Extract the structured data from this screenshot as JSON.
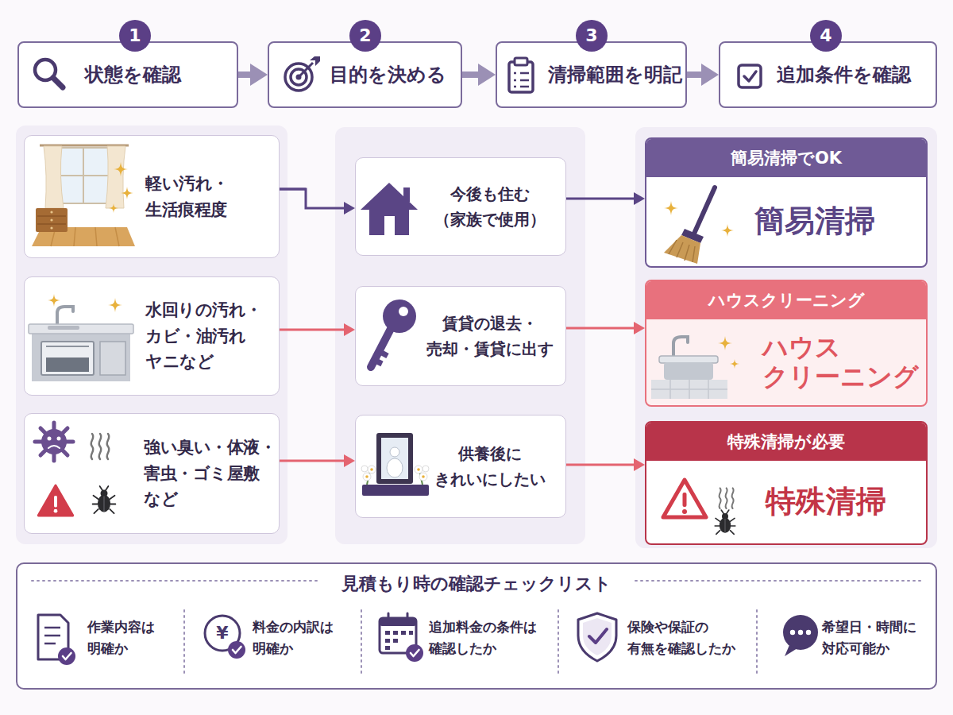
{
  "diagram": {
    "nodes": [
      {
        "text": [
          "1"
        ]
      },
      {
        "text": [
          "状態を確認"
        ]
      },
      {
        "text": [
          "2"
        ]
      },
      {
        "text": [
          "目的を決める"
        ]
      },
      {
        "text": [
          "3"
        ]
      },
      {
        "text": [
          "清掃範囲を明記"
        ]
      },
      {
        "text": [
          "4"
        ]
      },
      {
        "text": [
          "追加条件を確認"
        ]
      },
      {
        "text": [
          "軽い汚れ・ 生活痕程度"
        ]
      },
      {
        "text": [
          "水回りの汚れ・ カビ・油汚れ ヤニなど"
        ]
      },
      {
        "text": [
          "強い臭い・体液・ 害虫・ゴミ屋敷 など"
        ]
      },
      {
        "text": [
          "今後も住む （家族で使用）"
        ]
      },
      {
        "text": [
          "賃貸の退去・ 売却・賃貸に出す"
        ]
      },
      {
        "text": [
          "供養後に きれいにしたい"
        ]
      },
      {
        "text": [
          "簡易清掃でOK",
          "簡易清掃"
        ]
      },
      {
        "text": [
          "ハウスクリーニング",
          "ハウス クリーニング"
        ]
      },
      {
        "text": [
          "特殊清掃が必要",
          "特殊清掃"
        ]
      },
      {
        "text": [
          "見積もり時の確認チェックリスト"
        ]
      }
    ],
    "edges": [
      {
        "from": 1,
        "to": 3,
        "arrow": "to"
      },
      {
        "from": 3,
        "to": 5,
        "arrow": "to"
      },
      {
        "from": 5,
        "to": 7,
        "arrow": "to"
      },
      {
        "from": 8,
        "to": 11,
        "arrow": "to"
      },
      {
        "from": 9,
        "to": 12,
        "arrow": "to"
      },
      {
        "from": 10,
        "to": 13,
        "arrow": "to"
      },
      {
        "from": 11,
        "to": 14,
        "arrow": "to"
      },
      {
        "from": 12,
        "to": 15,
        "arrow": "to"
      },
      {
        "from": 13,
        "to": 16,
        "arrow": "to"
      }
    ],
    "labels": [
      "作業内容は 明確か",
      "¥",
      "料金の内訳は 明確か",
      "追加料金の条件は 確認したか",
      "保険や保証の 有無を確認したか",
      "希望日・時間に 対応可能か"
    ]
  }
}
